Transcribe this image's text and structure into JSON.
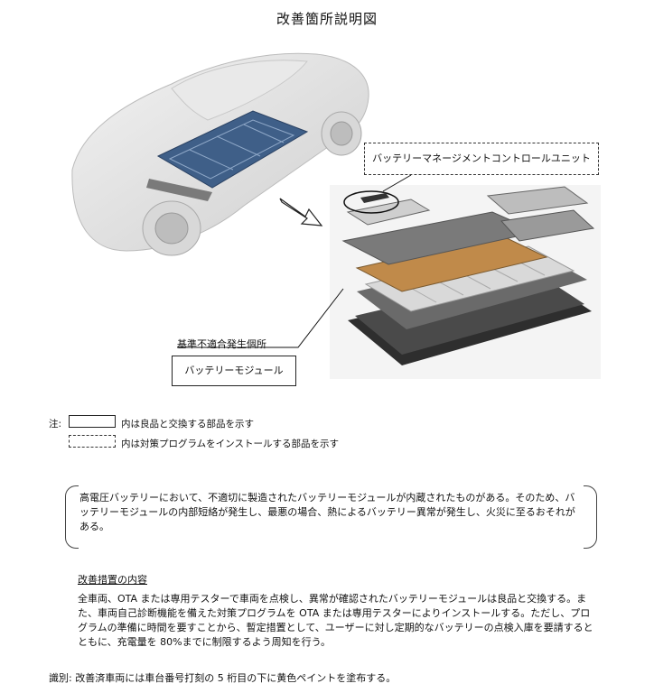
{
  "title": "改善箇所説明図",
  "callouts": {
    "bmcu": "バッテリーマネージメントコントロールユニット",
    "site": "基準不適合発生個所",
    "module": "バッテリーモジュール"
  },
  "legend": {
    "prefix": "注:",
    "solid_text": "内は良品と交換する部品を示す",
    "dashed_text": "内は対策プログラムをインストールする部品を示す"
  },
  "defect_text": "高電圧バッテリーにおいて、不適切に製造されたバッテリーモジュールが内蔵されたものがある。そのため、バッテリーモジュールの内部短絡が発生し、最悪の場合、熱によるバッテリー異常が発生し、火災に至るおそれがある。",
  "measure": {
    "title": "改善措置の内容",
    "body": "全車両、OTA または専用テスターで車両を点検し、異常が確認されたバッテリーモジュールは良品と交換する。また、車両自己診断機能を備えた対策プログラムを OTA または専用テスターによりインストールする。ただし、プログラムの準備に時間を要すことから、暫定措置として、ユーザーに対し定期的なバッテリーの点検入庫を要請するとともに、充電量を 80%までに制限するよう周知を行う。"
  },
  "identification": "識別: 改善済車両には車台番号打刻の 5 桁目の下に黄色ペイントを塗布する。"
}
